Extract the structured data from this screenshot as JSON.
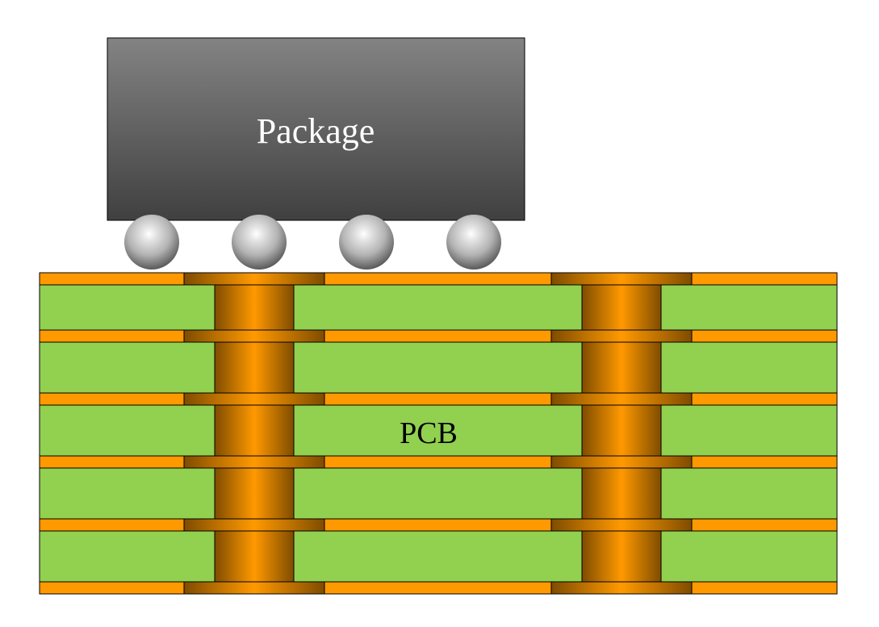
{
  "labels": {
    "package": "Package",
    "pcb": "PCB"
  },
  "structure": {
    "solder_ball_count": 4,
    "copper_layer_count": 6,
    "dielectric_layer_count": 5,
    "via_count": 2
  },
  "colors": {
    "package_top": "#838383",
    "package_bottom": "#404040",
    "package_text": "#ffffff",
    "pcb_text": "#000000",
    "dielectric": "#92d050",
    "copper": "#ff9900",
    "copper_dark": "#7f4c00",
    "ball_light": "#ffffff",
    "ball_mid": "#b3b3b3",
    "ball_dark": "#5a5a5a",
    "outline": "#000000"
  }
}
